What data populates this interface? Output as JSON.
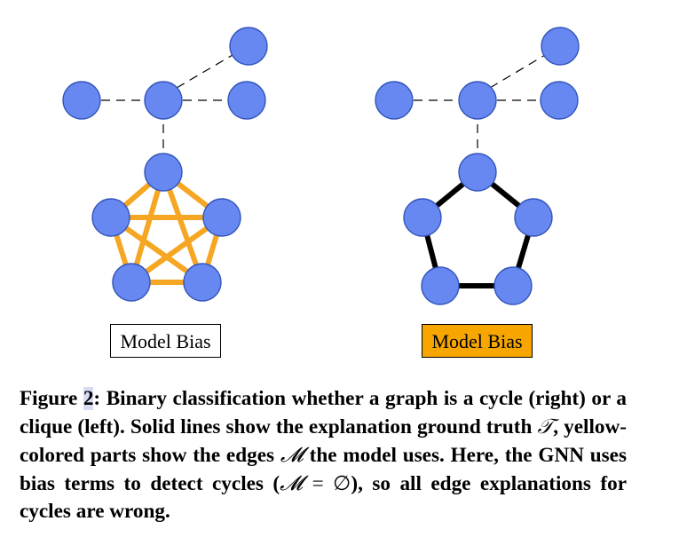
{
  "figure": {
    "left_panel": {
      "label": "Model Bias"
    },
    "right_panel": {
      "label": "Model Bias"
    }
  },
  "caption": {
    "prefix": "Figure",
    "number": "2",
    "part1": ": Binary classification whether a graph is a cycle (right) or a clique (left). Solid lines show the explanation ground truth ",
    "symbol_T": "𝒯",
    "part2": ", yellow-colored parts show the edges ",
    "symbol_M": "𝓜",
    "part3": " the model uses. Here, the GNN uses bias terms to detect cycles (",
    "symbol_M2": "𝓜",
    "equals_empty": " = ∅",
    "part4": "), so all edge explanations for cycles are wrong."
  },
  "colors": {
    "node_fill": "#6688f0",
    "model_edge": "#f5a623",
    "ground_truth_edge": "#000000",
    "highlight_box": "#f7a600"
  }
}
